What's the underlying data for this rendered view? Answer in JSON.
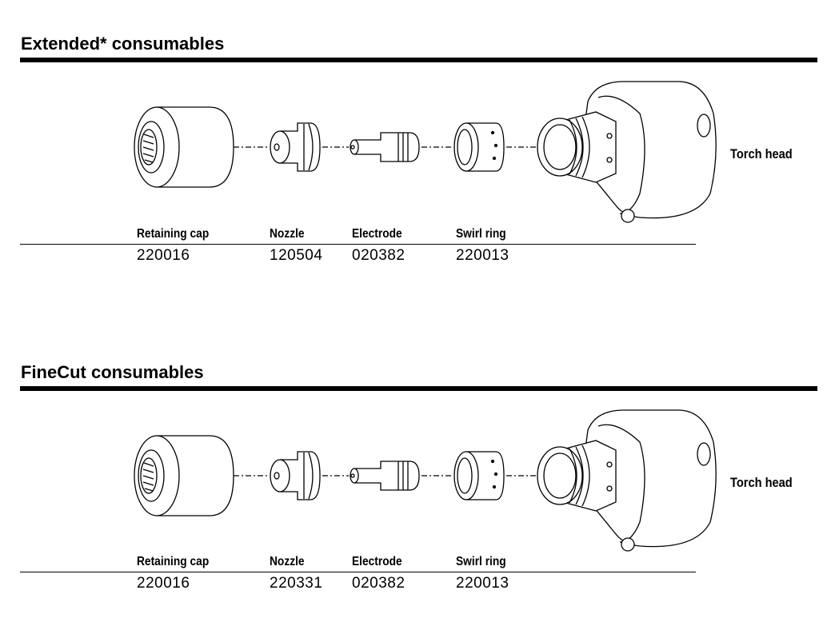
{
  "sections": [
    {
      "title": "Extended* consumables",
      "torch_label": "Torch head",
      "parts": [
        {
          "label": "Retaining cap",
          "number": "220016"
        },
        {
          "label": "Nozzle",
          "number": "120504"
        },
        {
          "label": "Electrode",
          "number": "020382"
        },
        {
          "label": "Swirl ring",
          "number": "220013"
        }
      ]
    },
    {
      "title": "FineCut consumables",
      "torch_label": "Torch head",
      "parts": [
        {
          "label": "Retaining cap",
          "number": "220016"
        },
        {
          "label": "Nozzle",
          "number": "220331"
        },
        {
          "label": "Electrode",
          "number": "020382"
        },
        {
          "label": "Swirl ring",
          "number": "220013"
        }
      ]
    }
  ]
}
